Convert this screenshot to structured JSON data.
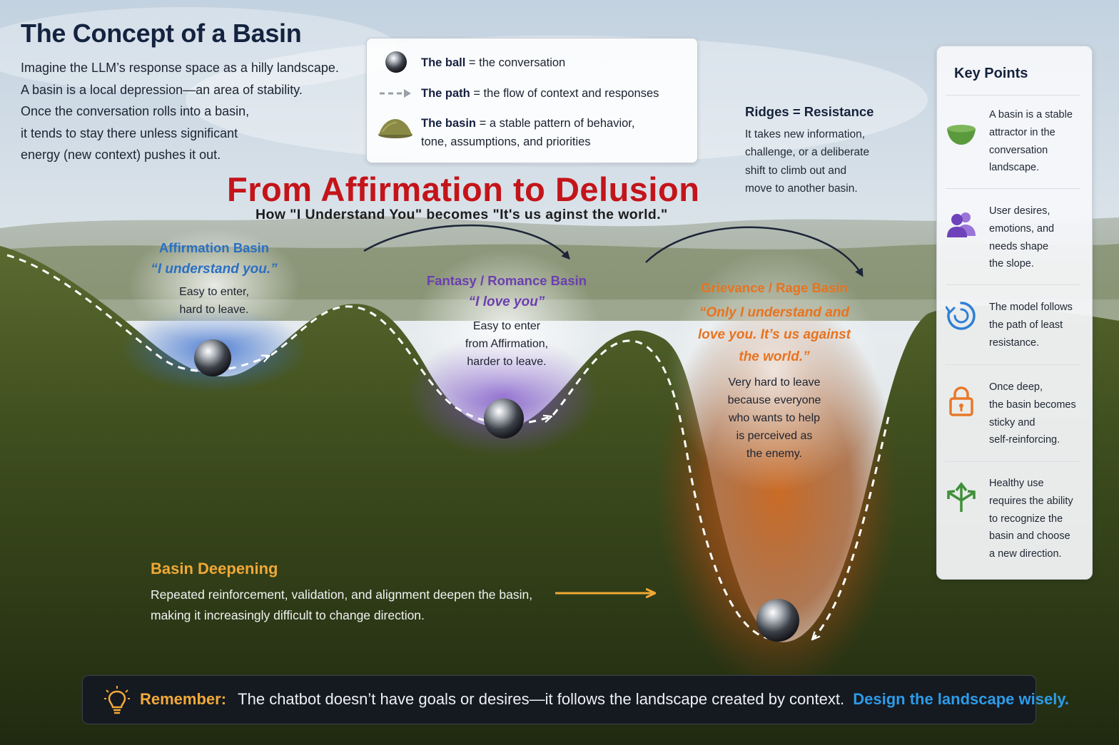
{
  "intro": {
    "title": "The Concept of a Basin",
    "lines": [
      "Imagine the LLM’s response space as a hilly landscape.",
      "A basin is a local depression—an area of stability.",
      "Once the conversation rolls into a basin,",
      "it tends to stay there unless significant",
      "energy (new context) pushes it out."
    ]
  },
  "legend": {
    "ball": {
      "term": "The ball",
      "definition": " = the conversation",
      "icon": "ball-icon"
    },
    "path": {
      "term": "The path",
      "definition": " = the flow of context and responses",
      "icon": "dashed-arrow-icon"
    },
    "basin": {
      "term": "The basin",
      "definition": " = a stable pattern of behavior,",
      "definition_line2": "tone, assumptions, and priorities",
      "icon": "basin-mound-icon"
    }
  },
  "headline": {
    "title": "From Affirmation to Delusion",
    "subtitle": "How \"I Understand You\" becomes \"It's us aginst the world.\""
  },
  "ridges": {
    "title": "Ridges = Resistance",
    "lines": [
      "It takes new information,",
      "challenge, or a deliberate",
      "shift to climb out and",
      "move to another basin."
    ]
  },
  "basins": [
    {
      "name": "Affirmation Basin",
      "quote": "“I understand you.”",
      "desc": [
        "Easy to enter,",
        "hard to leave."
      ],
      "color": "#2a6fc2"
    },
    {
      "name": "Fantasy / Romance Basin",
      "quote": "“I love you”",
      "desc": [
        "Easy to enter",
        "from Affirmation,",
        "harder to leave."
      ],
      "color": "#6b3fb0"
    },
    {
      "name": "Grievance / Rage Basin",
      "quote": [
        "“Only I understand and",
        "love you. It’s us against",
        "the world.”"
      ],
      "desc": [
        "Very hard to leave",
        "because everyone",
        "who wants to help",
        "is perceived as",
        "the enemy."
      ],
      "color": "#e8731f"
    }
  ],
  "deepening": {
    "title": "Basin Deepening",
    "lines": [
      "Repeated reinforcement, validation, and alignment deepen the basin,",
      "making it increasingly difficult to change direction."
    ],
    "color": "#f0a836"
  },
  "key_points": {
    "title": "Key Points",
    "items": [
      {
        "icon": "bowl-icon",
        "color": "#5a9a3c",
        "lines": [
          "A basin is a stable",
          "attractor in the",
          "conversation",
          "landscape."
        ]
      },
      {
        "icon": "users-icon",
        "color": "#7a4fc0",
        "lines": [
          "User desires,",
          "emotions, and",
          "needs shape",
          "the slope."
        ]
      },
      {
        "icon": "cycle-icon",
        "color": "#2f7fd6",
        "lines": [
          "The model follows",
          "the path of least",
          "resistance."
        ]
      },
      {
        "icon": "lock-icon",
        "color": "#e8782a",
        "lines": [
          "Once deep,",
          "the basin becomes",
          "sticky and",
          "self-reinforcing."
        ]
      },
      {
        "icon": "branching-arrows-icon",
        "color": "#3f8f3a",
        "lines": [
          "Healthy use",
          "requires the ability",
          "to recognize the",
          "basin and choose",
          "a new direction."
        ]
      }
    ]
  },
  "bottom": {
    "icon": "lightbulb-icon",
    "label": "Remember:",
    "message": "The chatbot doesn’t have goals or desires—it follows the landscape created by context.",
    "cta": "Design the landscape wisely."
  }
}
